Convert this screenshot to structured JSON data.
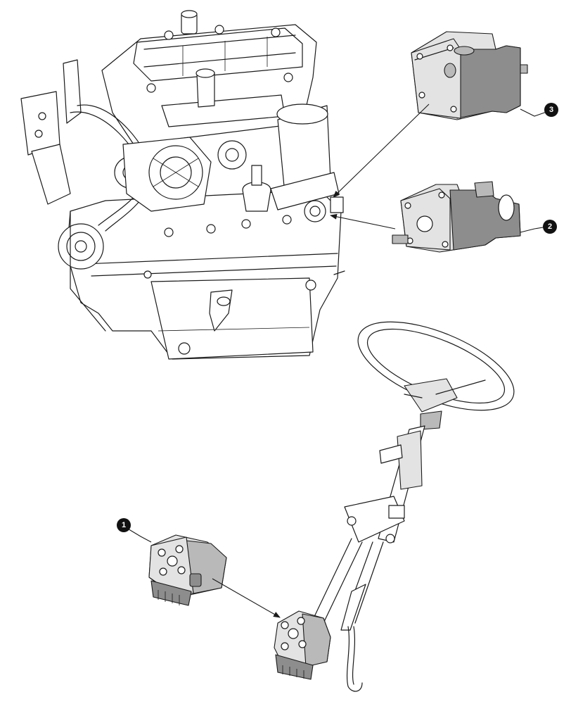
{
  "callouts": [
    {
      "id": "1",
      "label": "1"
    },
    {
      "id": "2",
      "label": "2"
    },
    {
      "id": "3",
      "label": "3"
    }
  ],
  "colors": {
    "line": "#1a1a1a",
    "callout_fill": "#111111",
    "part_light": "#e3e3e3",
    "part_dark": "#8d8d8d"
  }
}
